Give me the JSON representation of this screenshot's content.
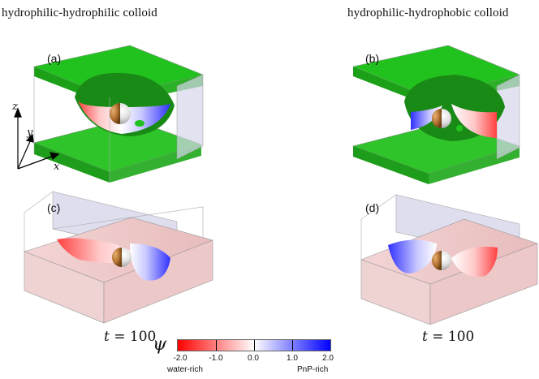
{
  "titles": {
    "left": "hydrophilic-hydrophilic colloid",
    "right": "hydrophilic-hydrophobic colloid"
  },
  "panels": {
    "a": "(a)",
    "b": "(b)",
    "c": "(c)",
    "d": "(d)"
  },
  "time": {
    "left": "t = 100",
    "right": "t = 100"
  },
  "axes": {
    "x": "x",
    "y": "y",
    "z": "z"
  },
  "colorbar": {
    "symbol": "ψ",
    "ticks": [
      "-2.0",
      "-1.0",
      "0.0",
      "1.0",
      "2.0"
    ],
    "low_label": "water-rich",
    "high_label": "PnP-rich",
    "colors": {
      "low": "#ff0000",
      "mid": "#ffffff",
      "high": "#0000ff"
    }
  },
  "colors": {
    "isosurface": "#22c21e",
    "particle": "#a8702c"
  }
}
